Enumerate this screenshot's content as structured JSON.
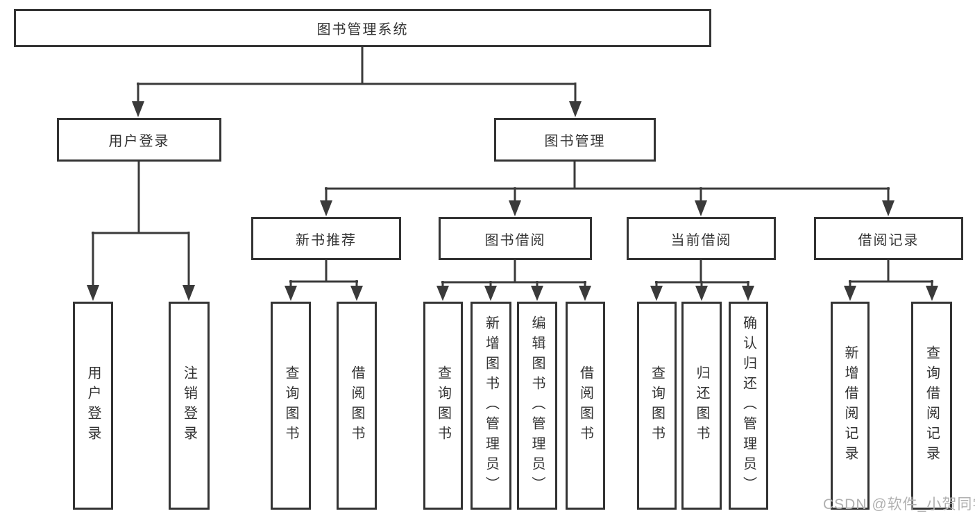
{
  "colors": {
    "line": "#3a3a3a",
    "box_border": "#333333",
    "text": "#333333",
    "background": "#ffffff",
    "watermark_text": "#b0b0b0"
  },
  "diagram": {
    "root": {
      "label": "图书管理系统"
    },
    "branches": [
      {
        "label": "用户登录",
        "children": [
          {
            "label": "用户登录"
          },
          {
            "label": "注销登录"
          }
        ]
      },
      {
        "label": "图书管理",
        "children": [
          {
            "label": "新书推荐",
            "children": [
              {
                "label": "查询图书"
              },
              {
                "label": "借阅图书"
              }
            ]
          },
          {
            "label": "图书借阅",
            "children": [
              {
                "label": "查询图书"
              },
              {
                "label": "新增图书（管理员）"
              },
              {
                "label": "编辑图书（管理员）"
              },
              {
                "label": "借阅图书"
              }
            ]
          },
          {
            "label": "当前借阅",
            "children": [
              {
                "label": "查询图书"
              },
              {
                "label": "归还图书"
              },
              {
                "label": "确认归还（管理员）"
              }
            ]
          },
          {
            "label": "借阅记录",
            "children": [
              {
                "label": "新增借阅记录"
              },
              {
                "label": "查询借阅记录"
              }
            ]
          }
        ]
      }
    ]
  },
  "watermark": {
    "text": "CSDN @软件_小贺同学"
  }
}
